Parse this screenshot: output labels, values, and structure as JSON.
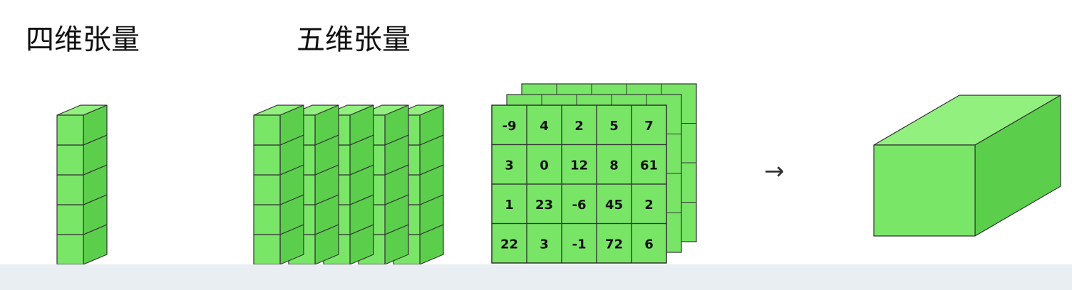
{
  "labels": {
    "four_d": "四维张量",
    "five_d": "五维张量"
  },
  "arrow": "→",
  "matrix": {
    "rows": [
      [
        "-9",
        "4",
        "2",
        "5",
        "7"
      ],
      [
        "3",
        "0",
        "12",
        "8",
        "61"
      ],
      [
        "1",
        "23",
        "-6",
        "45",
        "2"
      ],
      [
        "22",
        "3",
        "-1",
        "72",
        "6"
      ]
    ]
  },
  "colors": {
    "face_front": "#79e667",
    "face_top": "#92f07f",
    "face_side": "#5bcf4c",
    "grid_fill": "#78e566",
    "stroke": "#333333",
    "footer": "#e8eef1"
  }
}
